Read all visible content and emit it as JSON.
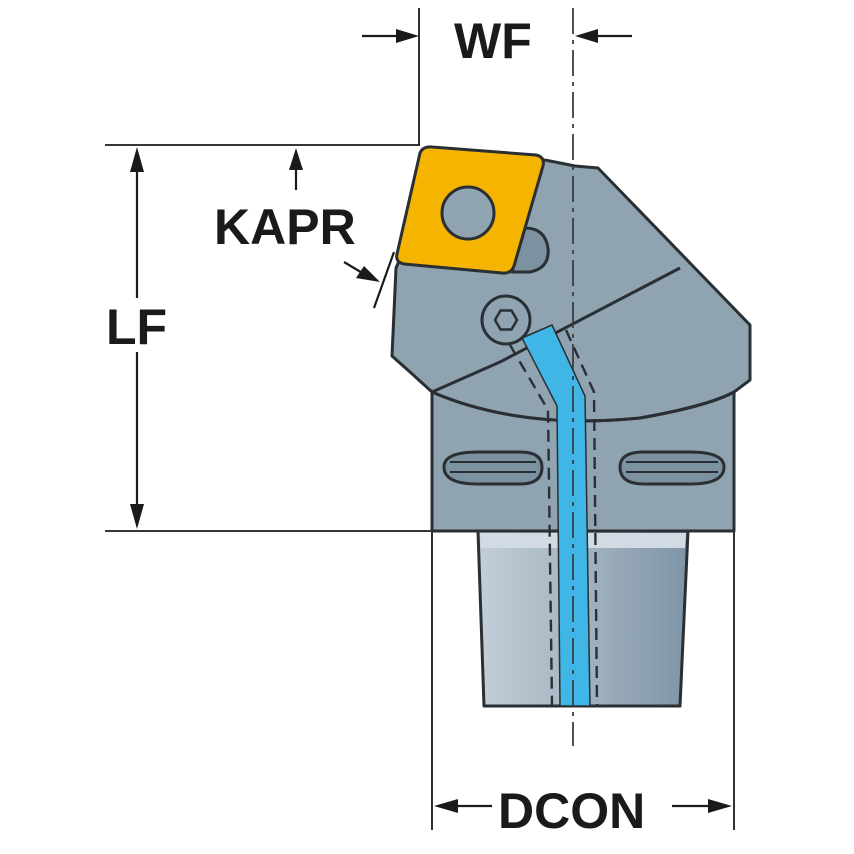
{
  "labels": {
    "wf": "WF",
    "kapr": "KAPR",
    "lf": "LF",
    "dcon": "DCON"
  },
  "colors": {
    "body": "#8fa3b1",
    "body_dark": "#7d92a1",
    "insert": "#f5b400",
    "shank": "#a9b7c3",
    "coolant": "#3fb6e6",
    "ink": "#1a1a1a"
  }
}
